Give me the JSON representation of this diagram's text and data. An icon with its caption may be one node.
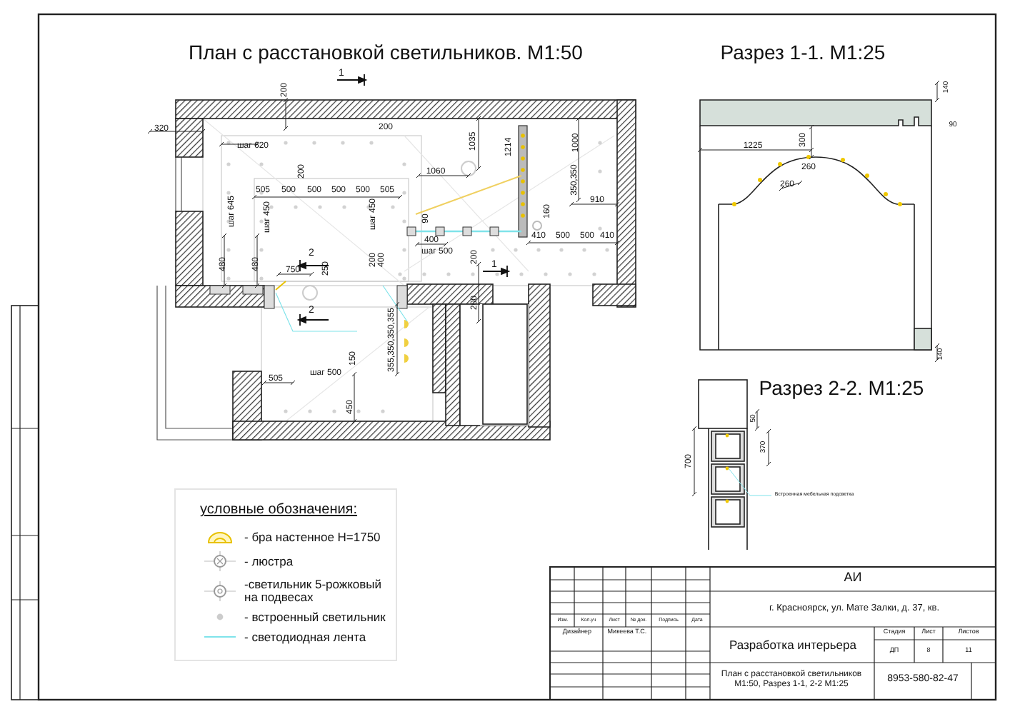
{
  "diagram": {
    "labels": [
      "План с расстановкой светильников. М1:50",
      "Разрез 1-1. М1:25",
      "1",
      "200",
      "320",
      "200",
      "шаг 620",
      "1035",
      "1214",
      "1000",
      "200",
      "1060",
      "350,350",
      "505",
      "500",
      "500",
      "500",
      "500",
      "505",
      "910",
      "шаг 645",
      "шаг 450",
      "шаг 450",
      "160",
      "90",
      "400",
      "410",
      "500",
      "500",
      "410",
      "шаг 500",
      "200",
      "400",
      "200",
      "1",
      "480",
      "480",
      "2",
      "750",
      "250",
      "2",
      "200",
      "355,350,350,355",
      "505",
      "шаг 500",
      "150",
      "450",
      "140",
      "90",
      "1225",
      "300",
      "260",
      "260",
      "140",
      "Разрез 2-2. М1:25",
      "50",
      "370",
      "700",
      "Встроенная мебельная подсветка",
      "условные обозначения:",
      "Изм.",
      "Кол.уч",
      "Лист",
      "№ док.",
      "Подпись",
      "Дата",
      "Дизайнер",
      "Микеева Т.С.",
      "АИ",
      "г. Красноярск, ул. Мате Залки, д. 37, кв.",
      "Стадия",
      "Лист",
      "Листов",
      "Разработка интерьера",
      "ДП",
      "8",
      "11",
      "План с расстановкой светильников М1:50, Разрез 1-1, 2-2 М1:25",
      "8953-580-82-47"
    ],
    "legend": [
      {
        "text": "- бра настенное Н=1750"
      },
      {
        "text": "- люстра"
      },
      {
        "text": "-светильник 5-рожковый на подвесах"
      },
      {
        "text": "- встроенный светильник"
      },
      {
        "text": "- светодиодная лента"
      }
    ]
  }
}
